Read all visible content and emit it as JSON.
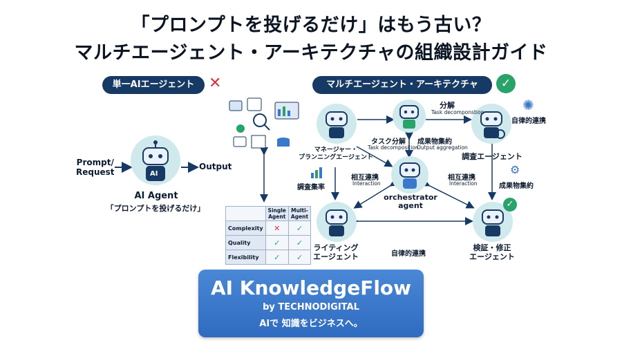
{
  "title": {
    "line1": "「プロンプトを投げるだけ」はもう古い？",
    "line2": "マルチエージェント・アーキテクチャの組織設計ガイド"
  },
  "single": {
    "heading": "単一AIエージェント",
    "status_icon": "red-x",
    "input_label": "Prompt/\nRequest",
    "output_label": "Output",
    "agent_name": "AI Agent",
    "agent_caption": "「プロンプトを投げるだけ」",
    "robot_badge": "AI"
  },
  "multi": {
    "heading": "マルチエージェント・アーキテクチャ",
    "status_icon": "green-check",
    "nodes": {
      "manager": "マネージャー・\nプランニングエージェント",
      "orchestrator": "orchestrator\nagent",
      "research": "調査エージェント",
      "writing": "ライティング\nエージェント",
      "verify": "検証・修正\nエージェント"
    },
    "edges": {
      "decomp_top": "分解",
      "decomp_top_en": "Task decomponstion",
      "decomp_mid": "タスク分解",
      "decomp_mid_en": "Task decomposition",
      "aggregate_mid": "成果物集約",
      "aggregate_mid_en": "Output aggregation",
      "interaction_left": "相互連携",
      "interaction_left_en": "Interaction",
      "interaction_right": "相互連携",
      "interaction_right_en": "Interaction",
      "autonomous_top": "自律的連携",
      "autonomous_bottom": "自律的連携",
      "research_rate": "調査集率",
      "aggregate_right": "成果物集約"
    }
  },
  "comparison": {
    "columns": [
      "Single\nAgent",
      "Multi-\nAgent"
    ],
    "rows": [
      {
        "label": "Complexity",
        "single": "✕",
        "multi": "✓"
      },
      {
        "label": "Quality",
        "single": "✓",
        "multi": "✓"
      },
      {
        "label": "Flexibility",
        "single": "✓",
        "multi": "✓"
      }
    ]
  },
  "banner": {
    "title": "AI KnowledgeFlow",
    "byline": "by TECHNODIGITAL",
    "tagline": "AIで 知識をビジネスへ。"
  },
  "colors": {
    "navy": "#163a63",
    "teal": "#cfe9ec",
    "banner": "#3a78cc",
    "red": "#d9343a",
    "green": "#2aa36b"
  }
}
